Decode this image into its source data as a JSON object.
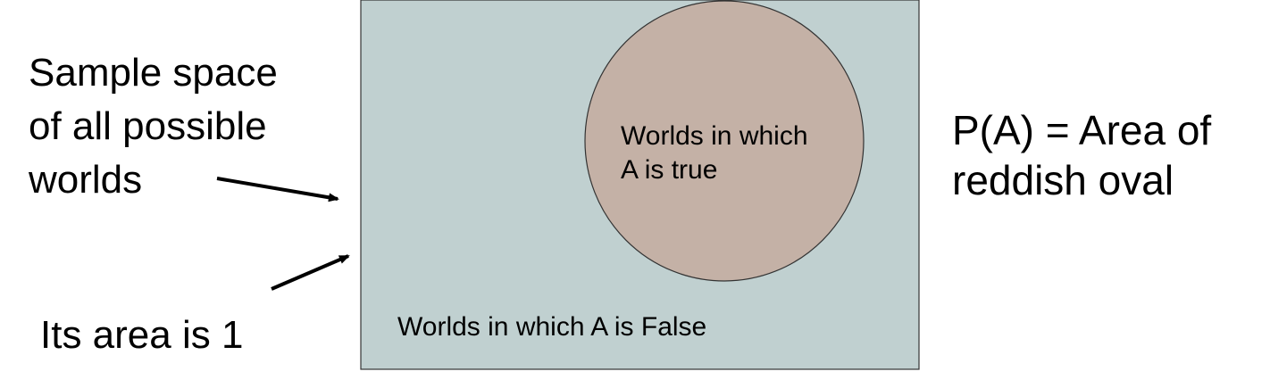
{
  "sample_space": {
    "label_lines": [
      "Sample space",
      "of  all  possible",
      "worlds"
    ],
    "fill": "#c0d0d0",
    "stroke": "#333333"
  },
  "area_note": "Its area is 1",
  "event_a": {
    "label_lines": [
      "Worlds in which",
      "A is true"
    ],
    "fill": "#c4b1a6",
    "stroke": "#333333"
  },
  "complement": {
    "label": "Worlds in which A is False"
  },
  "probability": {
    "label_lines": [
      "P(A) = Area of",
      "reddish oval"
    ]
  }
}
